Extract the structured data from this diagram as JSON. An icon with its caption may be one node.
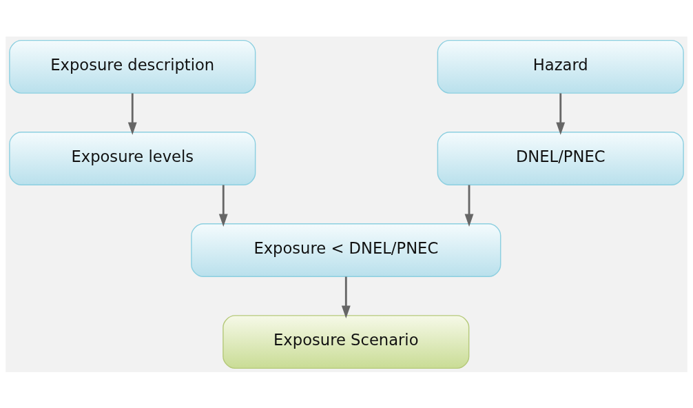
{
  "diagram": {
    "nodes": [
      {
        "text": [
          "Exposure description"
        ]
      },
      {
        "text": [
          "Hazard"
        ]
      },
      {
        "text": [
          "Exposure levels"
        ]
      },
      {
        "text": [
          "DNEL/PNEC"
        ]
      },
      {
        "text": [
          "Exposure < DNEL/PNEC"
        ]
      },
      {
        "text": [
          "Exposure Scenario"
        ]
      }
    ],
    "edges": [
      {
        "from": 0,
        "to": 2,
        "arrow": "to"
      },
      {
        "from": 1,
        "to": 3,
        "arrow": "to"
      },
      {
        "from": 2,
        "to": 4,
        "arrow": "to"
      },
      {
        "from": 3,
        "to": 4,
        "arrow": "to"
      },
      {
        "from": 4,
        "to": 5,
        "arrow": "to"
      }
    ]
  }
}
